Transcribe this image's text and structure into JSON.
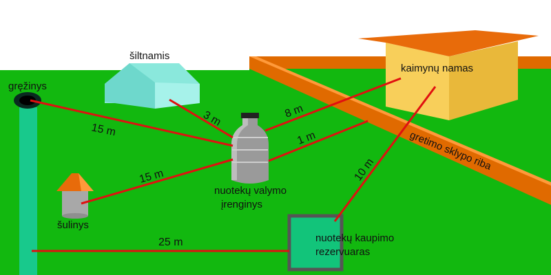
{
  "labels": {
    "borehole": "gręžinys",
    "greenhouse": "šiltnamis",
    "well": "šulinys",
    "treatment_line1": "nuotekų valymo",
    "treatment_line2": "įrenginys",
    "neighbor_house": "kaimynų namas",
    "boundary": "gretimo sklypo riba",
    "tank_line1": "nuotekų kaupimo",
    "tank_line2": "rezervuaras"
  },
  "distances": {
    "borehole_to_treatment": "15 m",
    "greenhouse_to_treatment": "3 m",
    "house_to_treatment": "8 m",
    "boundary_to_treatment": "1 m",
    "well_to_treatment": "15 m",
    "house_to_tank": "10 m",
    "borehole_to_tank": "25 m"
  },
  "colors": {
    "ground": "#12b80f",
    "line": "#e01010",
    "boundary_fence": "#e06a00",
    "house_wall": "#f5c542",
    "house_roof": "#e86b0a",
    "greenhouse": "#7fe0d8",
    "tank": "#12c47a",
    "borehole_pipe": "#18c98c"
  }
}
